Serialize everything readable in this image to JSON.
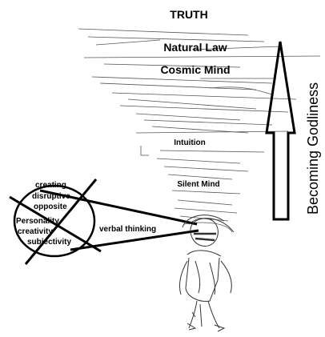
{
  "diagram": {
    "top_label": "TRUTH",
    "levels": {
      "natural_law": "Natural Law",
      "cosmic_mind": "Cosmic Mind",
      "intuition": "Intuition",
      "silent_mind": "Silent Mind"
    },
    "side_label": "Becoming Godliness",
    "thinking_label": "verbal thinking",
    "crossed_circle": {
      "line1": "creating",
      "line2": "disruptive",
      "line3": "opposite",
      "line4": "Personality",
      "line5": "creativity",
      "line6": "subjectivity"
    }
  }
}
